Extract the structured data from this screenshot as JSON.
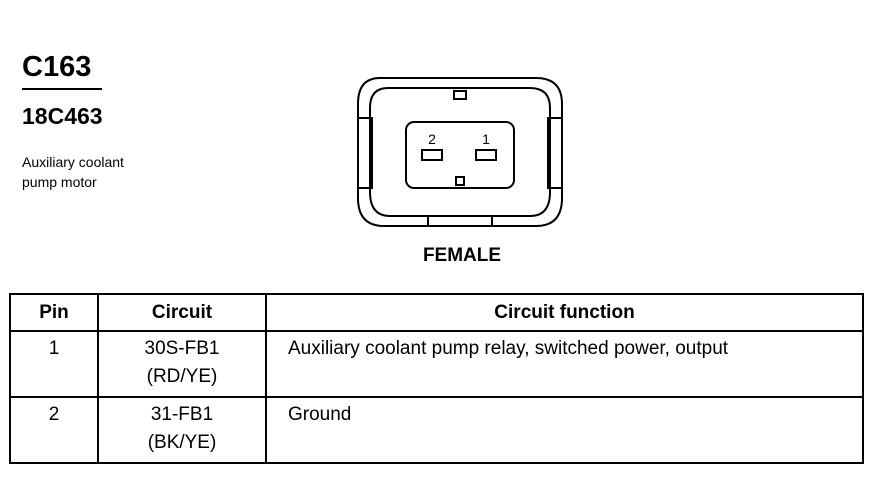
{
  "header": {
    "connector_id": "C163",
    "part_number": "18C463",
    "description_line1": "Auxiliary coolant",
    "description_line2": "pump motor"
  },
  "connector": {
    "view": "FEMALE",
    "pins": [
      {
        "label": "2"
      },
      {
        "label": "1"
      }
    ]
  },
  "table": {
    "columns": [
      "Pin",
      "Circuit",
      "Circuit function"
    ],
    "rows": [
      {
        "pin": "1",
        "circuit_line1": "30S-FB1",
        "circuit_line2": "(RD/YE)",
        "function": "Auxiliary coolant pump relay, switched power, output"
      },
      {
        "pin": "2",
        "circuit_line1": "31-FB1",
        "circuit_line2": "(BK/YE)",
        "function": "Ground"
      }
    ]
  },
  "colors": {
    "ink": "#000000",
    "background": "#ffffff"
  }
}
